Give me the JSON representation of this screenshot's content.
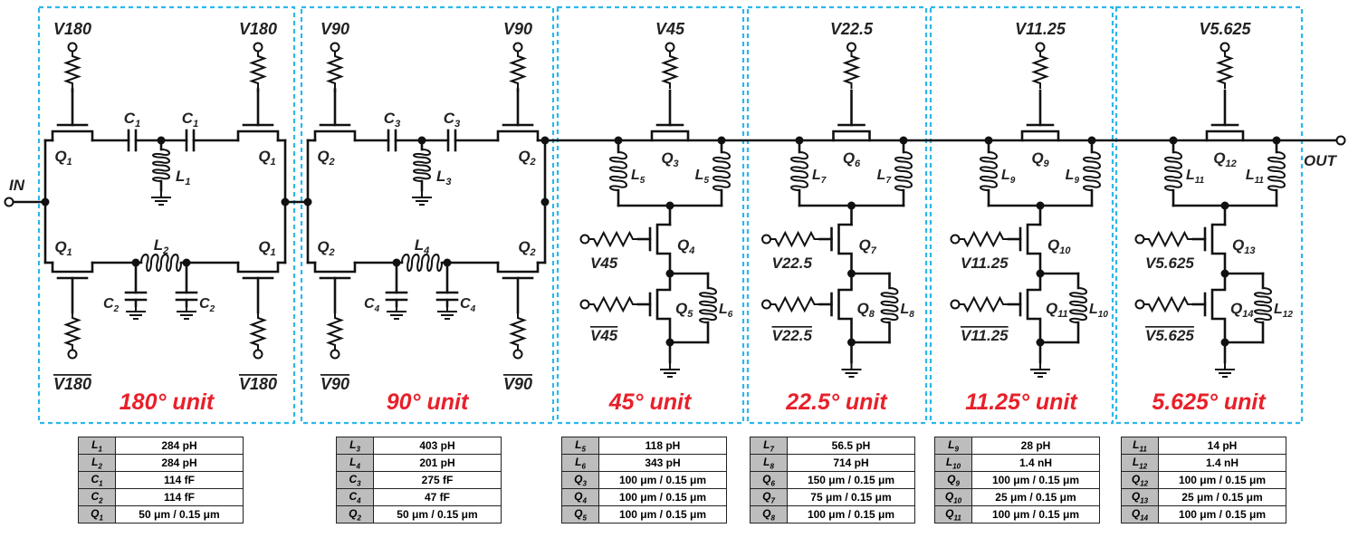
{
  "port_in": "IN",
  "port_out": "OUT",
  "units": [
    {
      "title": "180° unit",
      "ctrl": "V180",
      "ctrl_bar": "V180",
      "q": "Q1",
      "c_series": "C1",
      "l_shunt": "L1",
      "l_series": "L2",
      "c_shunt": "C2"
    },
    {
      "title": "90° unit",
      "ctrl": "V90",
      "ctrl_bar": "V90",
      "q": "Q2",
      "c_series": "C3",
      "l_shunt": "L3",
      "l_series": "L4",
      "c_shunt": "C4"
    },
    {
      "title": "45° unit",
      "ctrl": "V45",
      "ctrl_bar": "V45",
      "q_top": "Q3",
      "l_side": "L5",
      "q_mid": "Q4",
      "q_bot": "Q5",
      "l_bot": "L6"
    },
    {
      "title": "22.5° unit",
      "ctrl": "V22.5",
      "ctrl_bar": "V22.5",
      "q_top": "Q6",
      "l_side": "L7",
      "q_mid": "Q7",
      "q_bot": "Q8",
      "l_bot": "L8"
    },
    {
      "title": "11.25° unit",
      "ctrl": "V11.25",
      "ctrl_bar": "V11.25",
      "q_top": "Q9",
      "l_side": "L9",
      "q_mid": "Q10",
      "q_bot": "Q11",
      "l_bot": "L10"
    },
    {
      "title": "5.625° unit",
      "ctrl": "V5.625",
      "ctrl_bar": "V5.625",
      "q_top": "Q12",
      "l_side": "L11",
      "q_mid": "Q13",
      "q_bot": "Q14",
      "l_bot": "L12"
    }
  ],
  "tables": [
    [
      {
        "k": "L1",
        "v": "284 pH"
      },
      {
        "k": "L2",
        "v": "284 pH"
      },
      {
        "k": "C1",
        "v": "114 fF"
      },
      {
        "k": "C2",
        "v": "114 fF"
      },
      {
        "k": "Q1",
        "v": "50 μm / 0.15 μm"
      }
    ],
    [
      {
        "k": "L3",
        "v": "403 pH"
      },
      {
        "k": "L4",
        "v": "201 pH"
      },
      {
        "k": "C3",
        "v": "275 fF"
      },
      {
        "k": "C4",
        "v": "47 fF"
      },
      {
        "k": "Q2",
        "v": "50 μm / 0.15 μm"
      }
    ],
    [
      {
        "k": "L5",
        "v": "118 pH"
      },
      {
        "k": "L6",
        "v": "343 pH"
      },
      {
        "k": "Q3",
        "v": "100 μm / 0.15 μm"
      },
      {
        "k": "Q4",
        "v": "100 μm / 0.15 μm"
      },
      {
        "k": "Q5",
        "v": "100 μm / 0.15 μm"
      }
    ],
    [
      {
        "k": "L7",
        "v": "56.5 pH"
      },
      {
        "k": "L8",
        "v": "714 pH"
      },
      {
        "k": "Q6",
        "v": "150 μm / 0.15 μm"
      },
      {
        "k": "Q7",
        "v": "75 μm / 0.15 μm"
      },
      {
        "k": "Q8",
        "v": "100 μm / 0.15 μm"
      }
    ],
    [
      {
        "k": "L9",
        "v": "28 pH"
      },
      {
        "k": "L10",
        "v": "1.4 nH"
      },
      {
        "k": "Q9",
        "v": "100 μm / 0.15 μm"
      },
      {
        "k": "Q10",
        "v": "25 μm / 0.15 μm"
      },
      {
        "k": "Q11",
        "v": "100 μm / 0.15 μm"
      }
    ],
    [
      {
        "k": "L11",
        "v": "14 pH"
      },
      {
        "k": "L12",
        "v": "1.4 nH"
      },
      {
        "k": "Q12",
        "v": "100 μm / 0.15 μm"
      },
      {
        "k": "Q13",
        "v": "25 μm / 0.15 μm"
      },
      {
        "k": "Q14",
        "v": "100 μm / 0.15 μm"
      }
    ]
  ]
}
